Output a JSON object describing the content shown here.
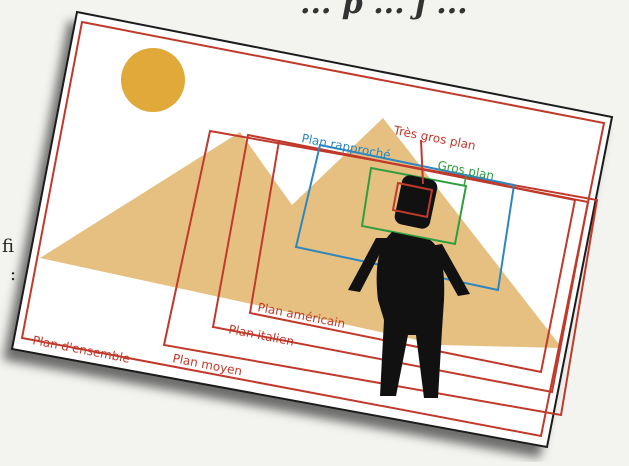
{
  "page": {
    "top_fragment": "... p ... j ...",
    "side_fragment_1": "fi",
    "side_fragment_2": ":"
  },
  "labels": {
    "tres_gros_plan": "Très gros plan",
    "plan_rapproche": "Plan rapproché",
    "gros_plan": "Gros plan",
    "plan_americain": "Plan américain",
    "plan_italien": "Plan italien",
    "plan_moyen": "Plan moyen",
    "plan_ensemble": "Plan d'ensemble"
  },
  "colors": {
    "red_frame": "#c0392b",
    "blue_frame": "#2e86c1",
    "green_frame": "#2f9e3f",
    "sun": "#e0a93a",
    "pyramids": "#e5c080",
    "figure": "#111111",
    "card": "#ffffff"
  },
  "icons": {
    "sun": "sun-icon",
    "pyramids": "pyramids-icon",
    "figure": "person-silhouette-icon"
  }
}
